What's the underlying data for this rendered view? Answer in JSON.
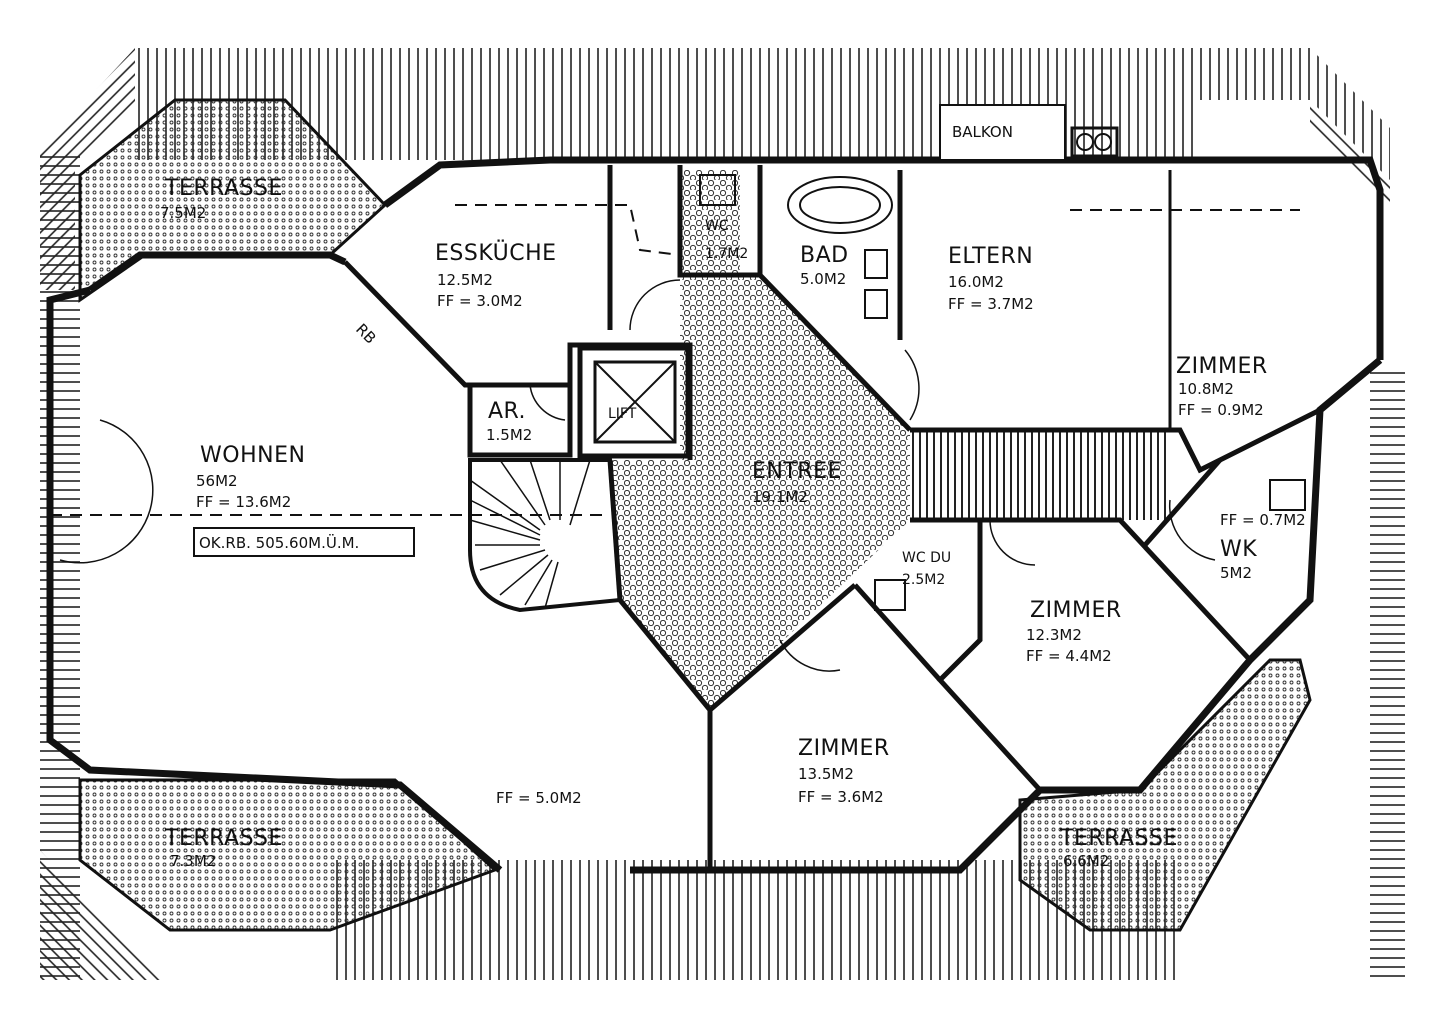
{
  "plan": {
    "rooms": {
      "terrasse_nw": {
        "name": "TERRASSE",
        "area": "7.5M2"
      },
      "esskueche": {
        "name": "ESSKÜCHE",
        "area": "12.5M2",
        "ff": "FF = 3.0M2"
      },
      "wc_upper": {
        "name": "WC",
        "area": "1.7M2"
      },
      "bad": {
        "name": "BAD",
        "area": "5.0M2"
      },
      "eltern": {
        "name": "ELTERN",
        "area": "16.0M2",
        "ff": "FF = 3.7M2"
      },
      "zimmer_ne": {
        "name": "ZIMMER",
        "area": "10.8M2",
        "ff": "FF = 0.9M2"
      },
      "wohnen": {
        "name": "WOHNEN",
        "area": "56M2",
        "ff": "FF = 13.6M2"
      },
      "ar": {
        "name": "AR.",
        "area": "1.5M2"
      },
      "lift": {
        "name": "LIFT"
      },
      "entree": {
        "name": "ENTREE",
        "area": "19.1M2"
      },
      "wk": {
        "name": "WK",
        "area": "5M2",
        "ff": "FF = 0.7M2"
      },
      "wc_du": {
        "name": "WC DU",
        "area": "2.5M2"
      },
      "zimmer_e": {
        "name": "ZIMMER",
        "area": "12.3M2",
        "ff": "FF = 4.4M2"
      },
      "zimmer_s": {
        "name": "ZIMMER",
        "area": "13.5M2",
        "ff": "FF = 3.6M2"
      },
      "wohnen_ff": {
        "ff": "FF = 5.0M2"
      },
      "terrasse_sw": {
        "name": "TERRASSE",
        "area": "7.3M2"
      },
      "terrasse_se": {
        "name": "TERRASSE",
        "area": "6.6M2"
      }
    },
    "balkon": "BALKON",
    "rb": "RB",
    "level_note": "OK.RB. 505.60M.Ü.M."
  }
}
